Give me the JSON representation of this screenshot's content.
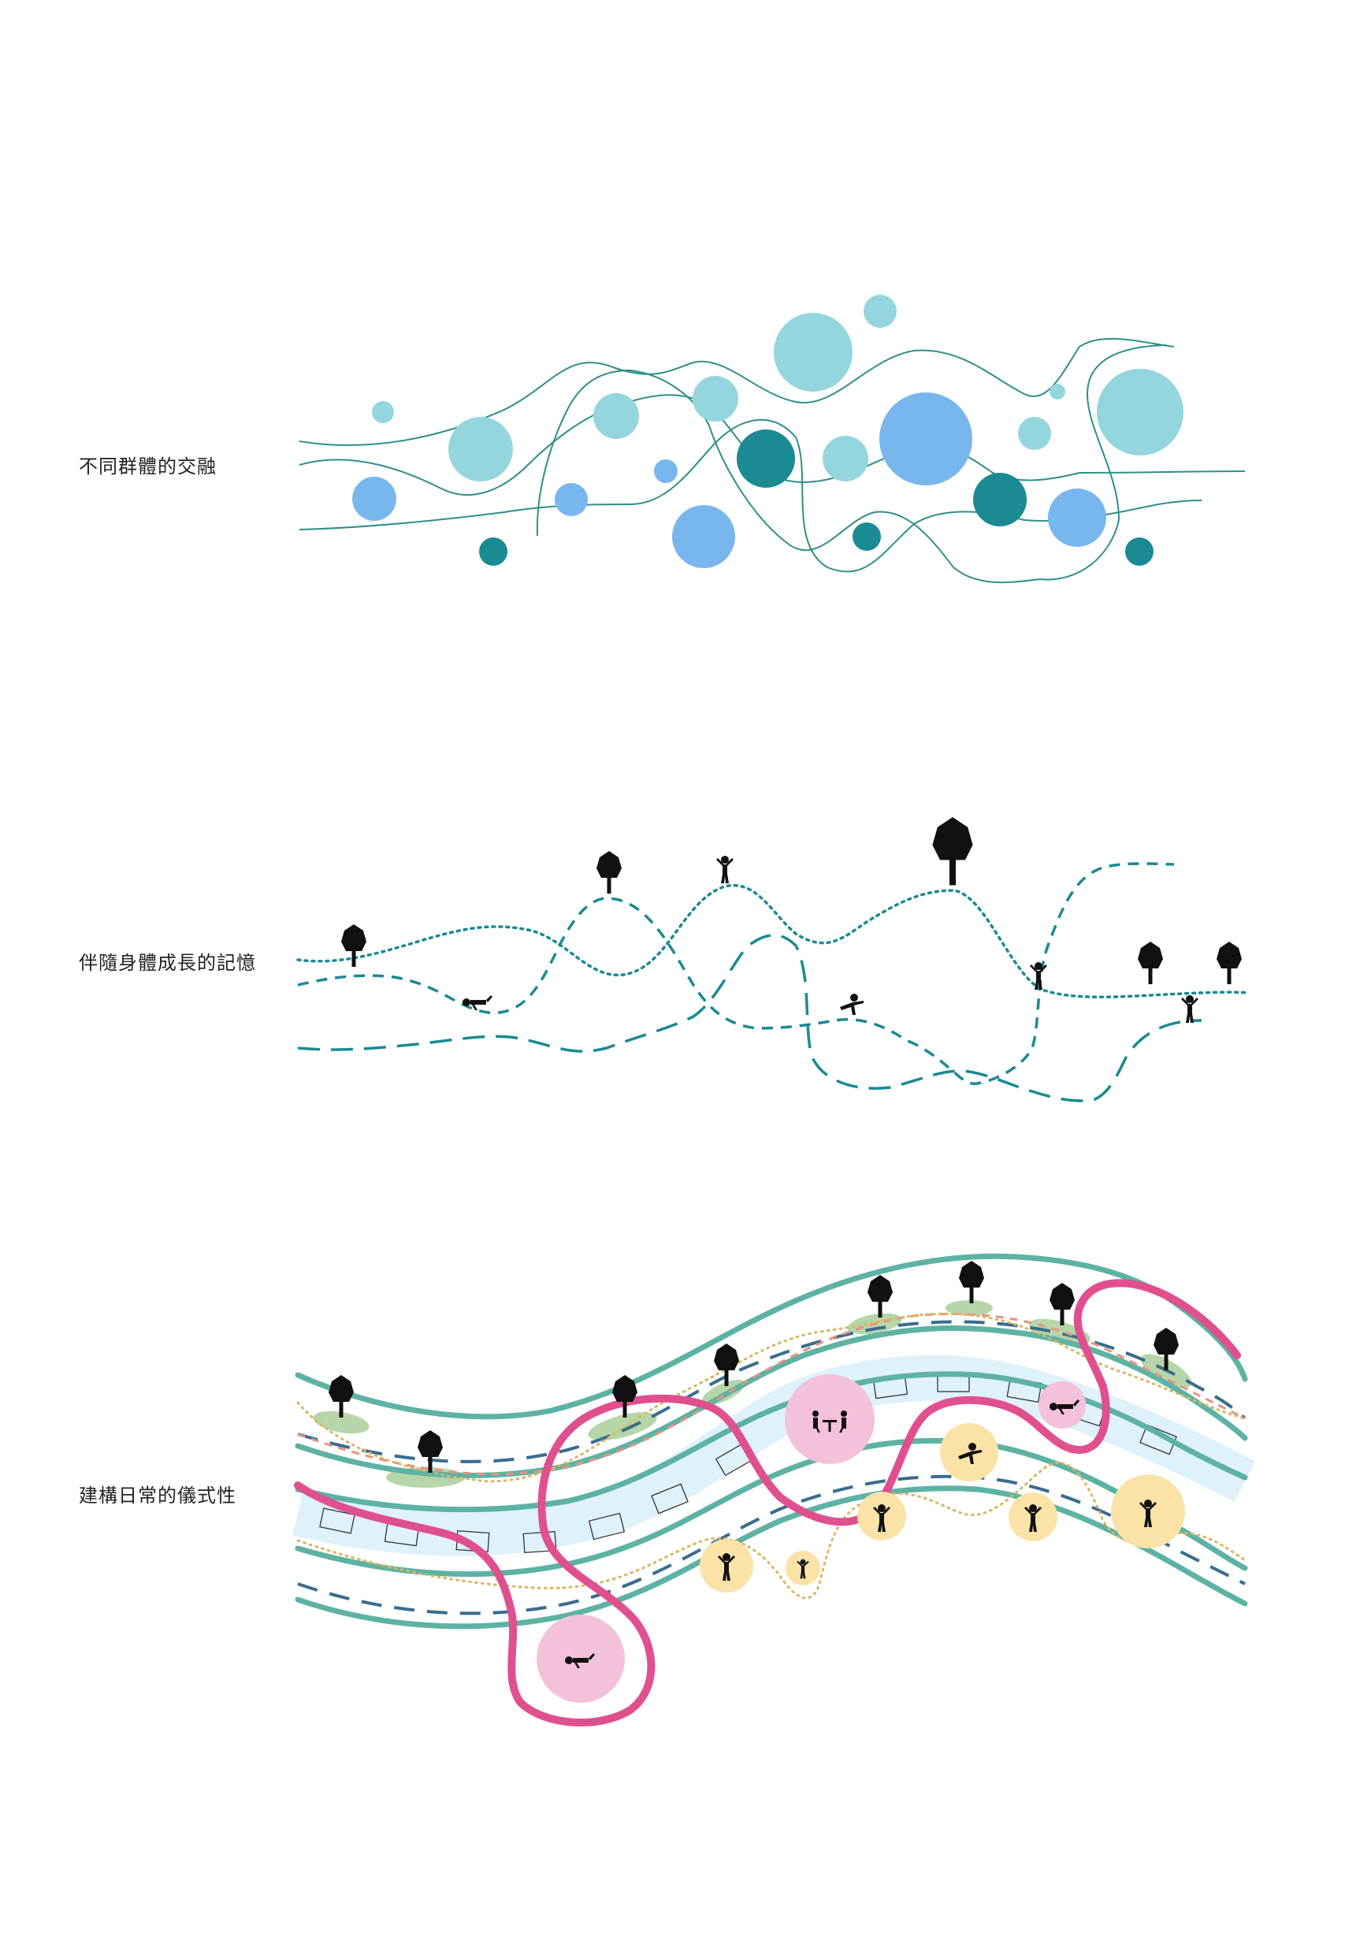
{
  "sections": [
    {
      "label": "不同群體的交融"
    },
    {
      "label": "伴隨身體成長的記憶"
    },
    {
      "label": "建構日常的儀式性"
    }
  ],
  "colors": {
    "teal_dark": "#1a8a93",
    "teal_line": "#2f8f88",
    "cyan_light": "#94d6de",
    "blue_light": "#78b6ee",
    "road_green": "#5db3a3",
    "dash_blue": "#3a6c8e",
    "river_blue": "#dff1f9",
    "pink_path": "#e0508f",
    "pink_circle": "#f3c1da",
    "yellow_circle": "#fbe3a7",
    "dot_yellow": "#d9b765",
    "dash_orange": "#e69480",
    "lawn_green": "#a9cf9a",
    "tree_ink": "#111111"
  },
  "icons": [
    "tree-icon",
    "person-icon",
    "table-icon"
  ]
}
